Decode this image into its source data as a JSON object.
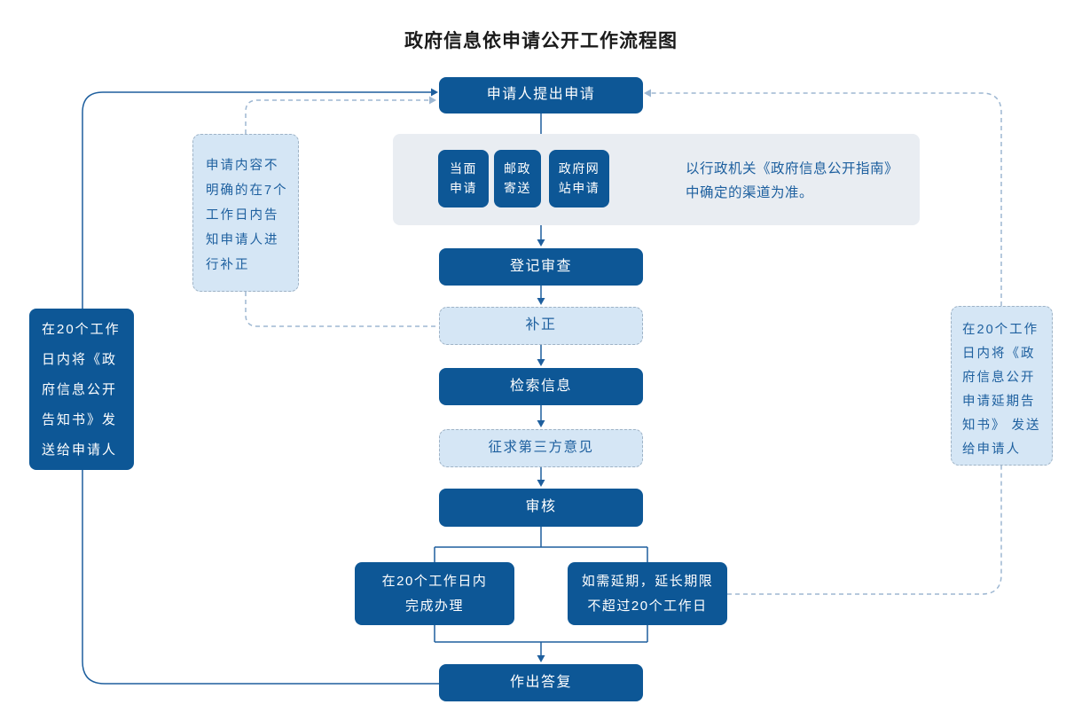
{
  "title": "政府信息依申请公开工作流程图",
  "colors": {
    "dark_blue": "#0d5796",
    "light_fill": "#d5e6f5",
    "light_border": "#9fb3c6",
    "band_bg": "#e9edf2",
    "blue_text": "#1e609f",
    "line_solid": "#1e5f9e",
    "line_dashed": "#9db7d2",
    "title_color": "#1a1a1a",
    "page_bg": "#ffffff"
  },
  "nodes": {
    "apply": "申请人提出申请",
    "channel_inperson": "当面\n申请",
    "channel_mail": "邮政\n寄送",
    "channel_website": "政府网\n站申请",
    "channel_note": "以行政机关《政府信息公开指南》\n中确定的渠道为准。",
    "register": "登记审查",
    "correction": "补正",
    "search_info": "检索信息",
    "third_party": "征求第三方意见",
    "review": "审核",
    "complete_in_20": "在20个工作日内\n完成办理",
    "extension": "如需延期，延长期限\n不超过20个工作日",
    "reply": "作出答复",
    "notice_decision": "在20个工作\n日内将《政\n府信息公开\n告知书》发\n送给申请人",
    "note_correction": "申请内容不\n明确的在7个\n工作日内告\n知申请人进\n行补正",
    "note_extension": "在20个工作\n日内将《政\n府信息公开\n申请延期告\n知书》 发送\n给申请人"
  }
}
